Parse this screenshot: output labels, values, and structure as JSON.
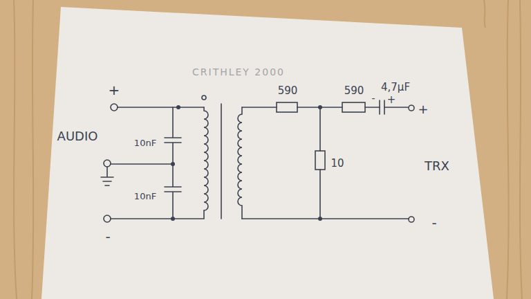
{
  "diagram": {
    "title": "CRITHLEY 2000",
    "labels": [
      "+",
      "AUDIO",
      "10nF",
      "10nF",
      "-",
      "590",
      "590",
      "4,7μF",
      "-",
      "+",
      "10",
      "TRX",
      "+",
      "-"
    ]
  }
}
